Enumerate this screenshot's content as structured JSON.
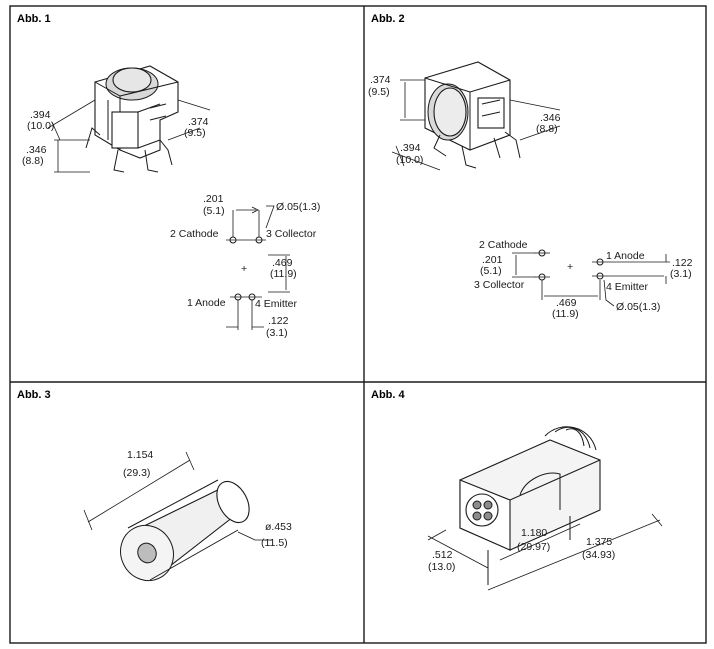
{
  "panels": [
    {
      "id": "abb1",
      "title": "Abb. 1",
      "dims": [
        ".394",
        "(10.0)",
        ".374",
        "(9.5)",
        ".346",
        "(8.8)"
      ],
      "footprint": [
        ".201",
        "(5.1)",
        "Ø.05(1.3)",
        "2 Cathode",
        "3 Collector",
        ".469",
        "(11.9)",
        "+",
        "1 Anode",
        "4 Emitter",
        ".122",
        "(3.1)"
      ]
    },
    {
      "id": "abb2",
      "title": "Abb. 2",
      "dims": [
        ".374",
        "(9.5)",
        ".346",
        "(8.8)",
        ".394",
        "(10.0)"
      ],
      "footprint": [
        "2 Cathode",
        ".201",
        "(5.1)",
        "3 Collector",
        "+",
        "1 Anode",
        ".122",
        "(3.1)",
        "4 Emitter",
        ".469",
        "(11.9)",
        "Ø.05(1.3)"
      ]
    },
    {
      "id": "abb3",
      "title": "Abb. 3",
      "dims": [
        "1.154",
        "(29.3)",
        "ø.453",
        "(11.5)"
      ]
    },
    {
      "id": "abb4",
      "title": "Abb. 4",
      "dims": [
        ".512",
        "(13.0)",
        "1.180",
        "(29.97)",
        "1.375",
        "(34.93)"
      ]
    }
  ]
}
